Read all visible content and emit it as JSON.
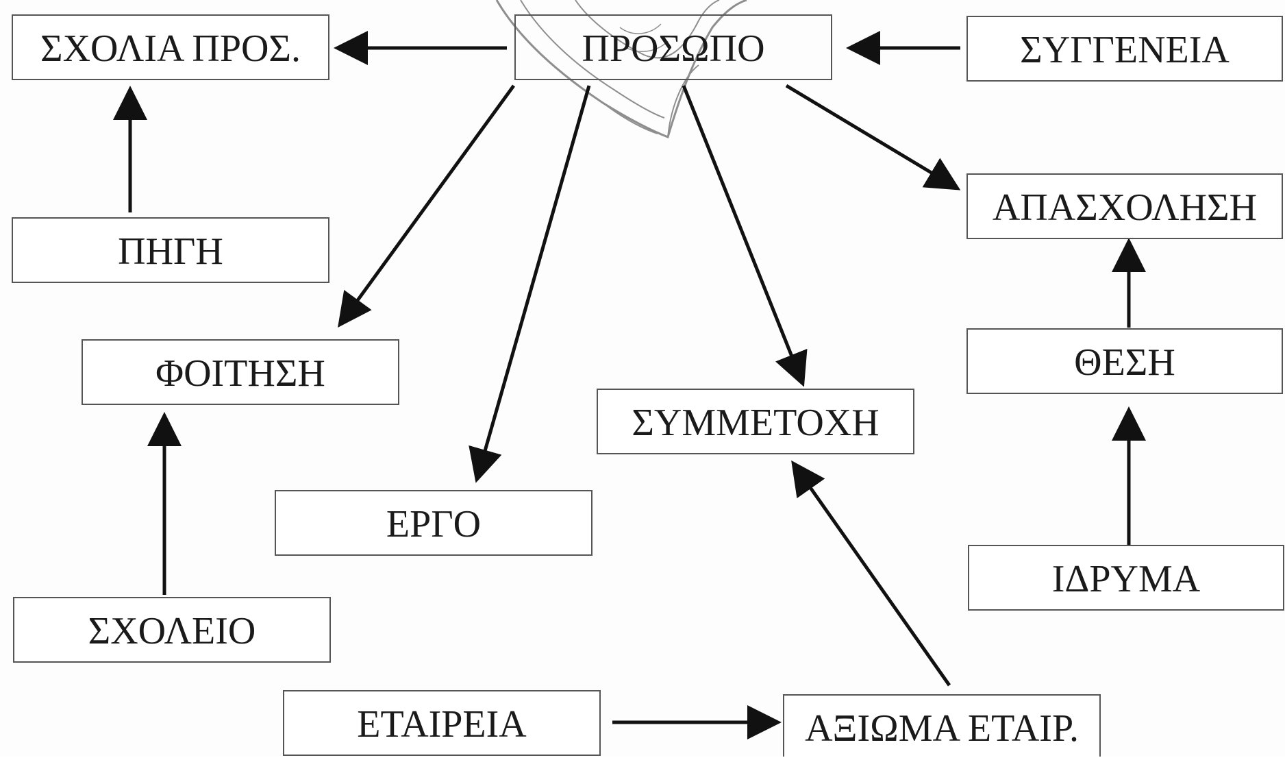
{
  "diagram": {
    "nodes": [
      {
        "id": "scholia",
        "label": "ΣΧΟΛΙΑ ΠΡΟΣ."
      },
      {
        "id": "prosopo",
        "label": "ΠΡΟΣΩΠΟ"
      },
      {
        "id": "syggeneia",
        "label": "ΣΥΓΓΕΝΕΙΑ"
      },
      {
        "id": "pigi",
        "label": "ΠΗΓΗ"
      },
      {
        "id": "apascholisi",
        "label": "ΑΠΑΣΧΟΛΗΣΗ"
      },
      {
        "id": "foitisi",
        "label": "ΦΟΙΤΗΣΗ"
      },
      {
        "id": "thesi",
        "label": "ΘΕΣΗ"
      },
      {
        "id": "symmetochi",
        "label": "ΣΥΜΜΕΤΟΧΗ"
      },
      {
        "id": "ergo",
        "label": "ΕΡΓΟ"
      },
      {
        "id": "idryma",
        "label": "ΙΔΡΥΜΑ"
      },
      {
        "id": "scholeio",
        "label": "ΣΧΟΛΕΙΟ"
      },
      {
        "id": "etaireia",
        "label": "ΕΤΑΙΡΕΙΑ"
      },
      {
        "id": "axioma",
        "label": "ΑΞΙΩΜΑ ΕΤΑΙΡ."
      }
    ],
    "edges": [
      {
        "from": "prosopo",
        "to": "scholia"
      },
      {
        "from": "syggeneia",
        "to": "prosopo"
      },
      {
        "from": "pigi",
        "to": "scholia"
      },
      {
        "from": "prosopo",
        "to": "apascholisi"
      },
      {
        "from": "prosopo",
        "to": "foitisi"
      },
      {
        "from": "prosopo",
        "to": "ergo"
      },
      {
        "from": "prosopo",
        "to": "symmetochi"
      },
      {
        "from": "thesi",
        "to": "apascholisi"
      },
      {
        "from": "idryma",
        "to": "thesi"
      },
      {
        "from": "scholeio",
        "to": "foitisi"
      },
      {
        "from": "axioma",
        "to": "symmetochi"
      },
      {
        "from": "etaireia",
        "to": "axioma"
      }
    ],
    "colors": {
      "line": "#111111",
      "box_border": "#555555",
      "box_fill": "#ffffff",
      "text": "#1a1a1a",
      "seal": "#6a6a6a"
    }
  }
}
